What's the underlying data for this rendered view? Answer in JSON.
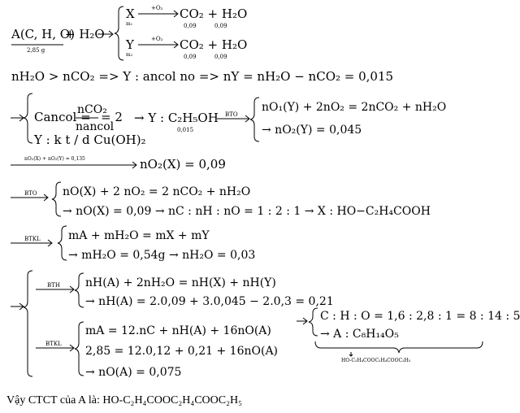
{
  "block1": {
    "a": "A(C, H, O)",
    "a_mass": "2,85 g",
    "plus_water": "+ H₂O",
    "x": "X",
    "y": "Y",
    "m1": "m₁",
    "m2": "m₂",
    "o2_top": "+O₂",
    "o2_bot": "+O₂",
    "prod": "CO₂ + H₂O",
    "v1": "0,09",
    "v2": "0,09",
    "v3": "0,09",
    "v4": "0,09"
  },
  "line1": "nH₂O > nCO₂ => Y : ancol no => nY = nH₂O − nCO₂ = 0,015",
  "block2": {
    "c_ancol": "Cancol =",
    "num": "nCO₂",
    "den": "nancol",
    "eq2": "= 2",
    "ycu": "Y : k t / d Cu(OH)₂",
    "y_formula": "→ Y : C₂H₅OH",
    "y_sub": "0,015",
    "bto": "BTO",
    "eqA": "nO₁(Y) + 2nO₂ = 2nCO₂ + nH₂O",
    "eqB": "→ nO₂(Y) = 0,045"
  },
  "line2": {
    "label": "nO₂(X) + nO₂(Y) = 0,135",
    "result": "nO₂(X) = 0,09"
  },
  "block3": {
    "label": "BTO",
    "eqA": "nO(X) + 2 nO₂ = 2 nCO₂ + nH₂O",
    "eqB": "→ nO(X) = 0,09 → nC : nH : nO = 1 : 2 : 1 → X : HO−C₂H₄COOH"
  },
  "block4": {
    "label": "BTKL",
    "eqA": "mA + mH₂O = mX + mY",
    "eqB": "→ mH₂O = 0,54g → nH₂O = 0,03"
  },
  "block5": {
    "bth": "BTH",
    "btkl": "BTKL",
    "eqA": "nH(A) + 2nH₂O = nH(X) + nH(Y)",
    "eqB": "→ nH(A) = 2.0,09 + 3.0,045 − 2.0,3 = 0,21",
    "eqC": "mA = 12.nC + nH(A) + 16nO(A)",
    "eqD": "2,85 = 12.0,12 + 0,21 + 16nO(A)",
    "eqE": "→ nO(A) = 0,075",
    "ratio": "C : H : O = 1,6 : 2,8 : 1 = 8 : 14 : 5",
    "formula": "→ A : C₈H₁₄O₅",
    "structure": "HO-C₂H₄COOC₂H₄COOC₂H₅"
  },
  "conclusion": "Vậy CTCT của A là: HO-C₂H₄COOC₂H₄COOC₂H₅"
}
